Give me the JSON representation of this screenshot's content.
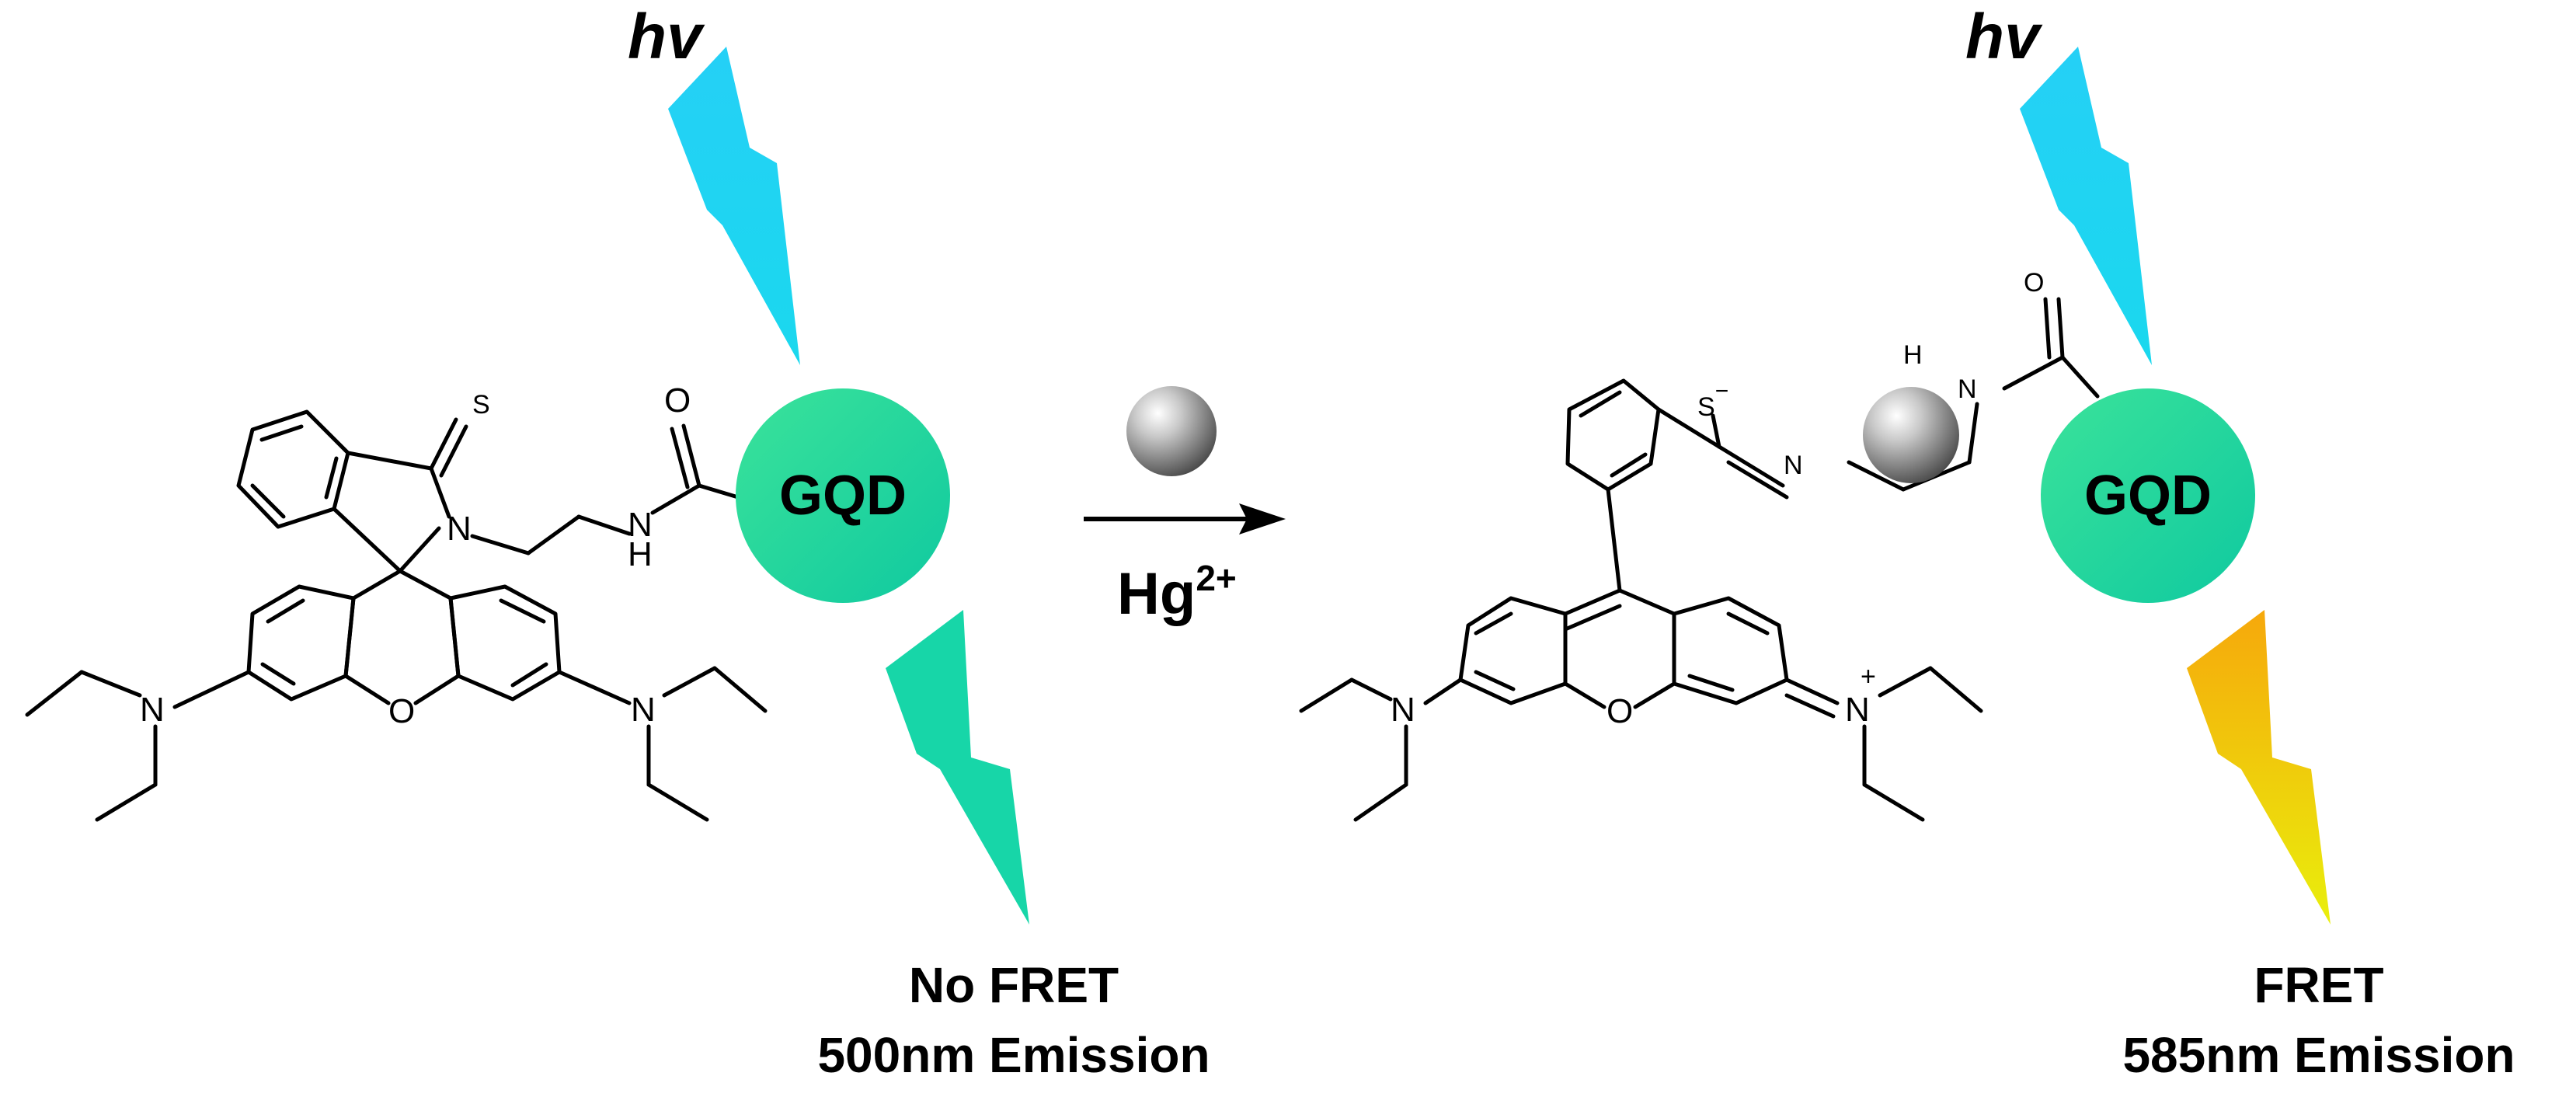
{
  "left": {
    "hv_label": "hv",
    "gqd_label": "GQD",
    "caption_line1": "No FRET",
    "caption_line2": "500nm Emission",
    "atoms": {
      "s": "S",
      "o_carbonyl": "O",
      "n_ring": "N",
      "n_amide": "N",
      "h_amide": "H",
      "n_left": "N",
      "o_ring": "O",
      "n_right": "N"
    }
  },
  "arrow": {
    "reagent_label": "Hg",
    "reagent_charge": "2+"
  },
  "right": {
    "hv_label": "hv",
    "gqd_label": "GQD",
    "caption_line1": "FRET",
    "caption_line2": "585nm Emission",
    "atoms": {
      "s": "S",
      "s_charge": "−",
      "n_imine": "N",
      "h_amide": "H",
      "n_amide": "N",
      "o_carbonyl": "O",
      "n_left": "N",
      "o_ring": "O",
      "n_right": "N",
      "n_charge": "+"
    }
  },
  "colors": {
    "hv_bolt": "#1ed1f4",
    "emission_500": "#17d6a8",
    "emission_585_top": "#f6ad0c",
    "emission_585_bottom": "#e9ec0c",
    "gqd_light": "#32e6a0",
    "gqd_dark": "#10c98e",
    "hg_sphere": "#9a9a9a"
  }
}
